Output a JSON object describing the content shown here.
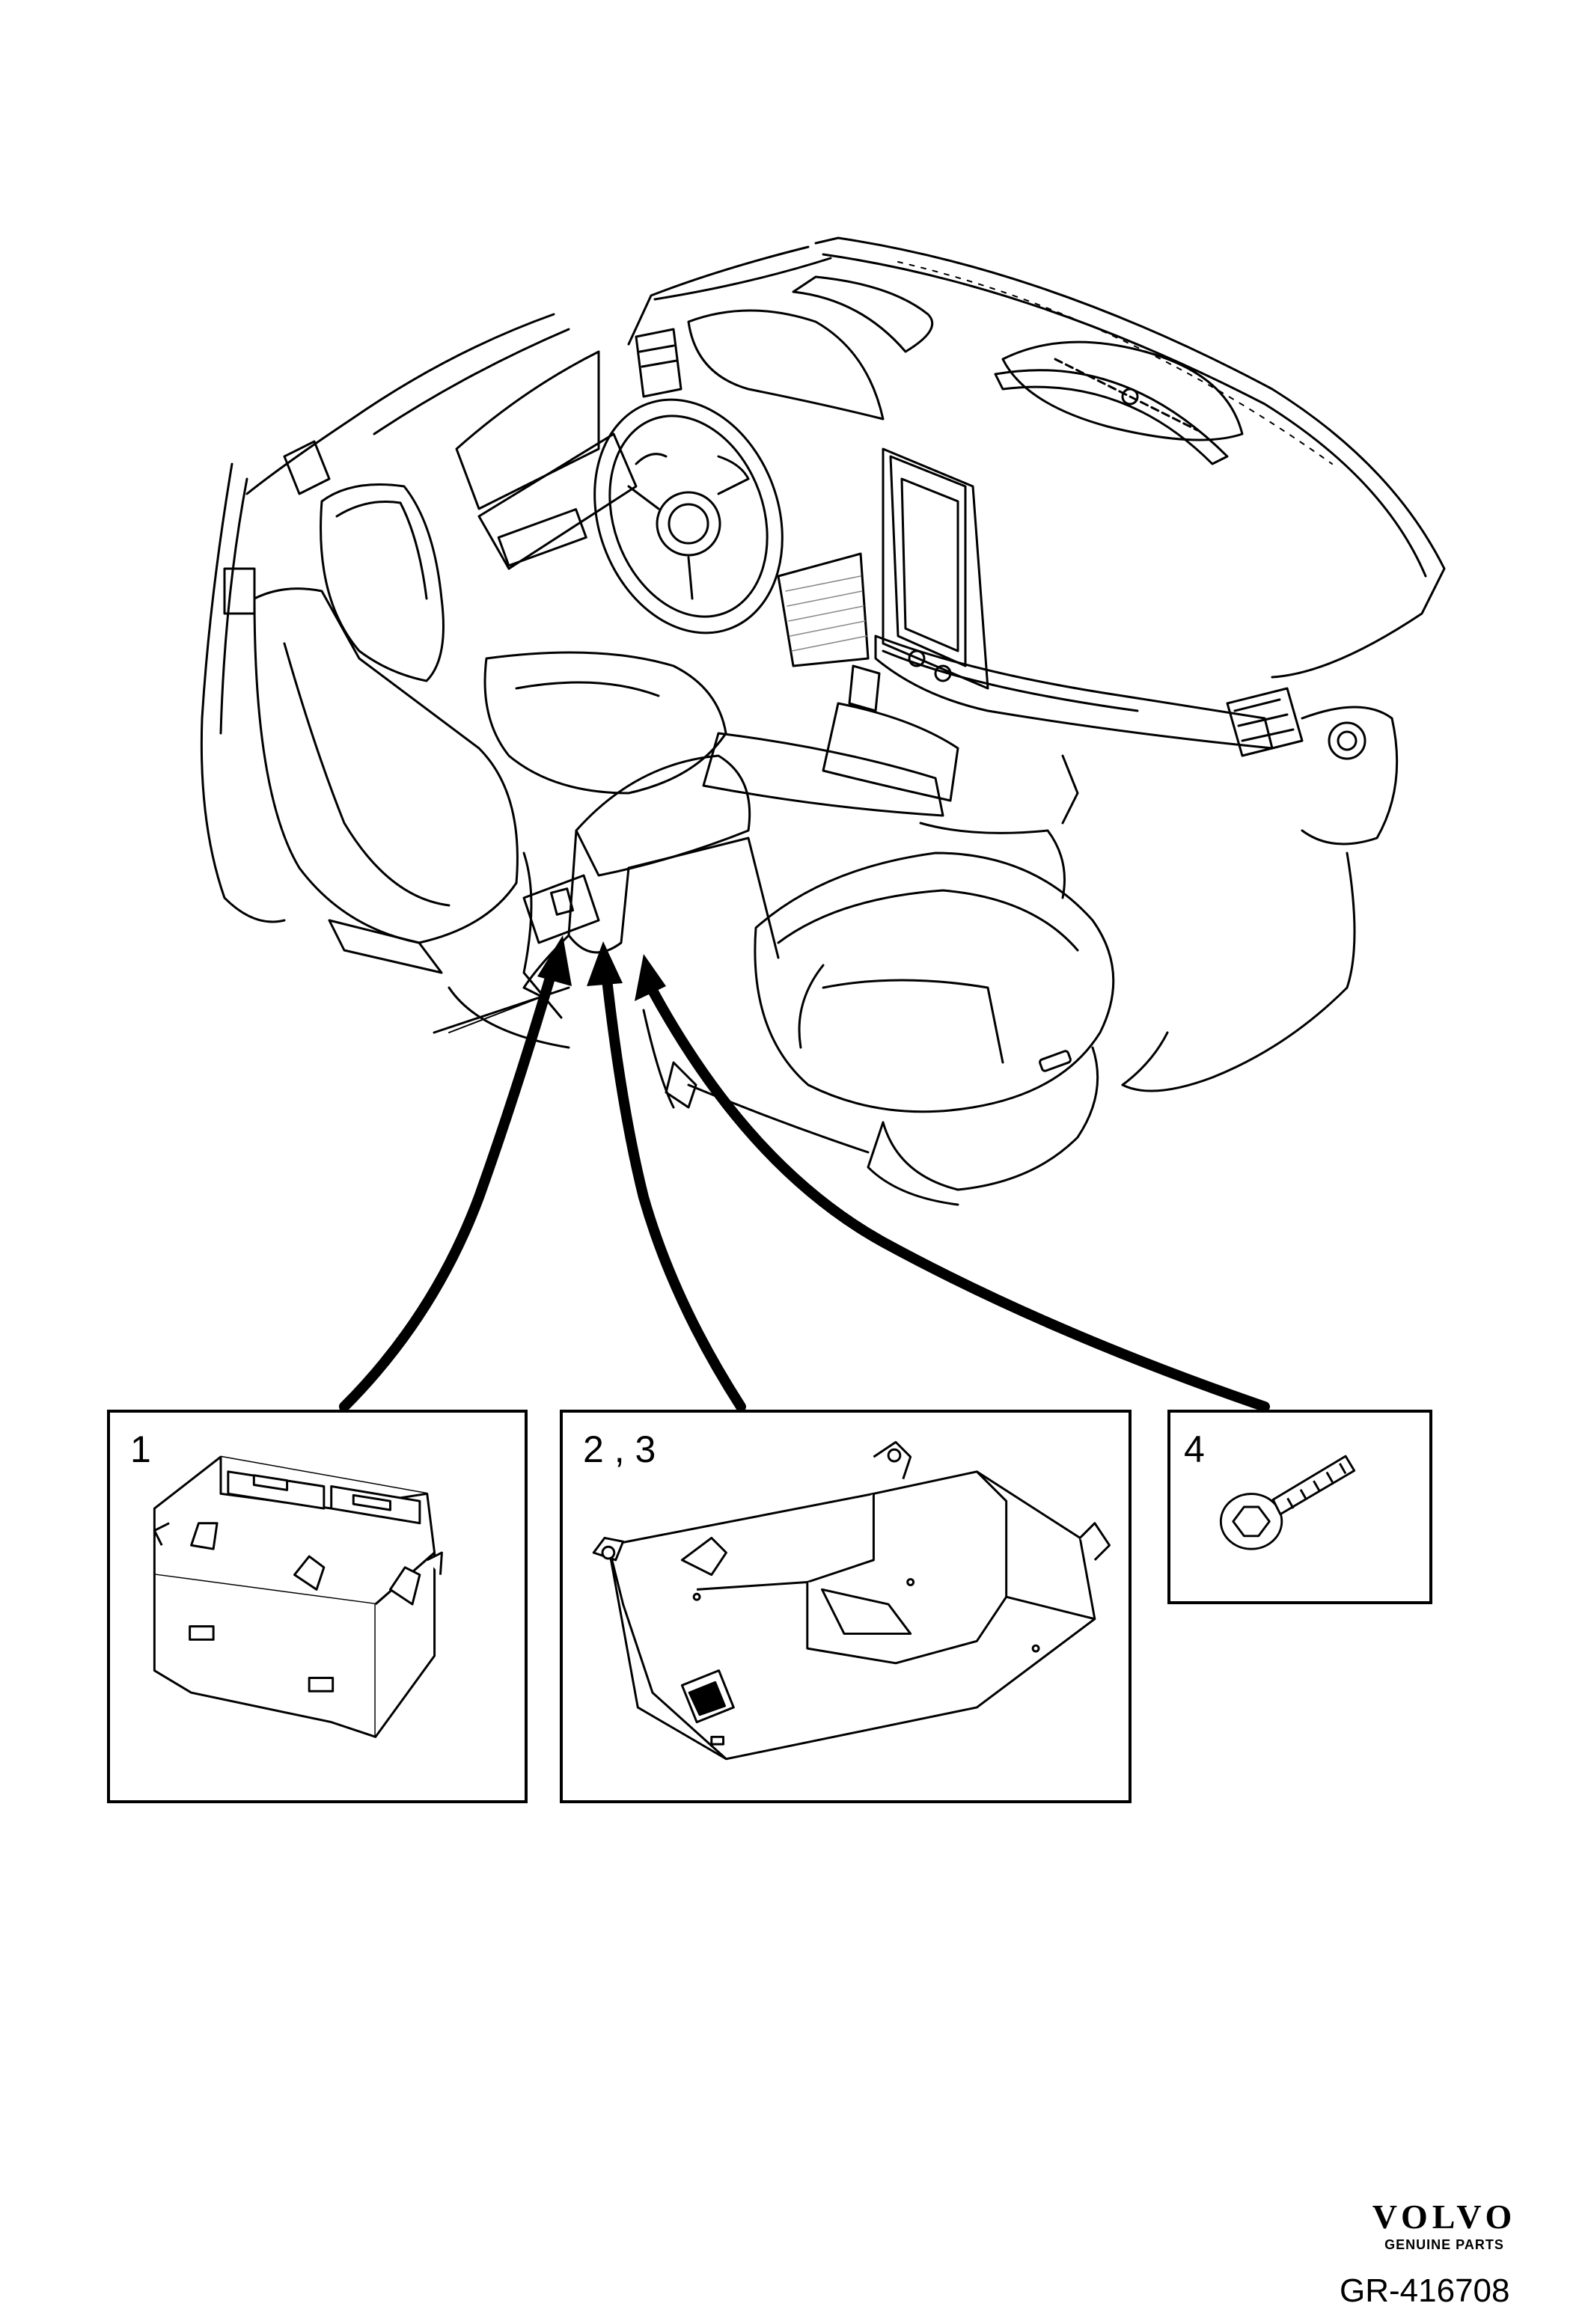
{
  "callouts": [
    {
      "id": "1",
      "label": "1"
    },
    {
      "id": "2-3",
      "label": "2 , 3"
    },
    {
      "id": "4",
      "label": "4"
    }
  ],
  "brand": {
    "wordmark": "VOLVO",
    "tagline": "GENUINE PARTS"
  },
  "drawing_number": "GR-416708",
  "colors": {
    "line": "#000000",
    "background": "#ffffff",
    "hatch": "#888888"
  }
}
